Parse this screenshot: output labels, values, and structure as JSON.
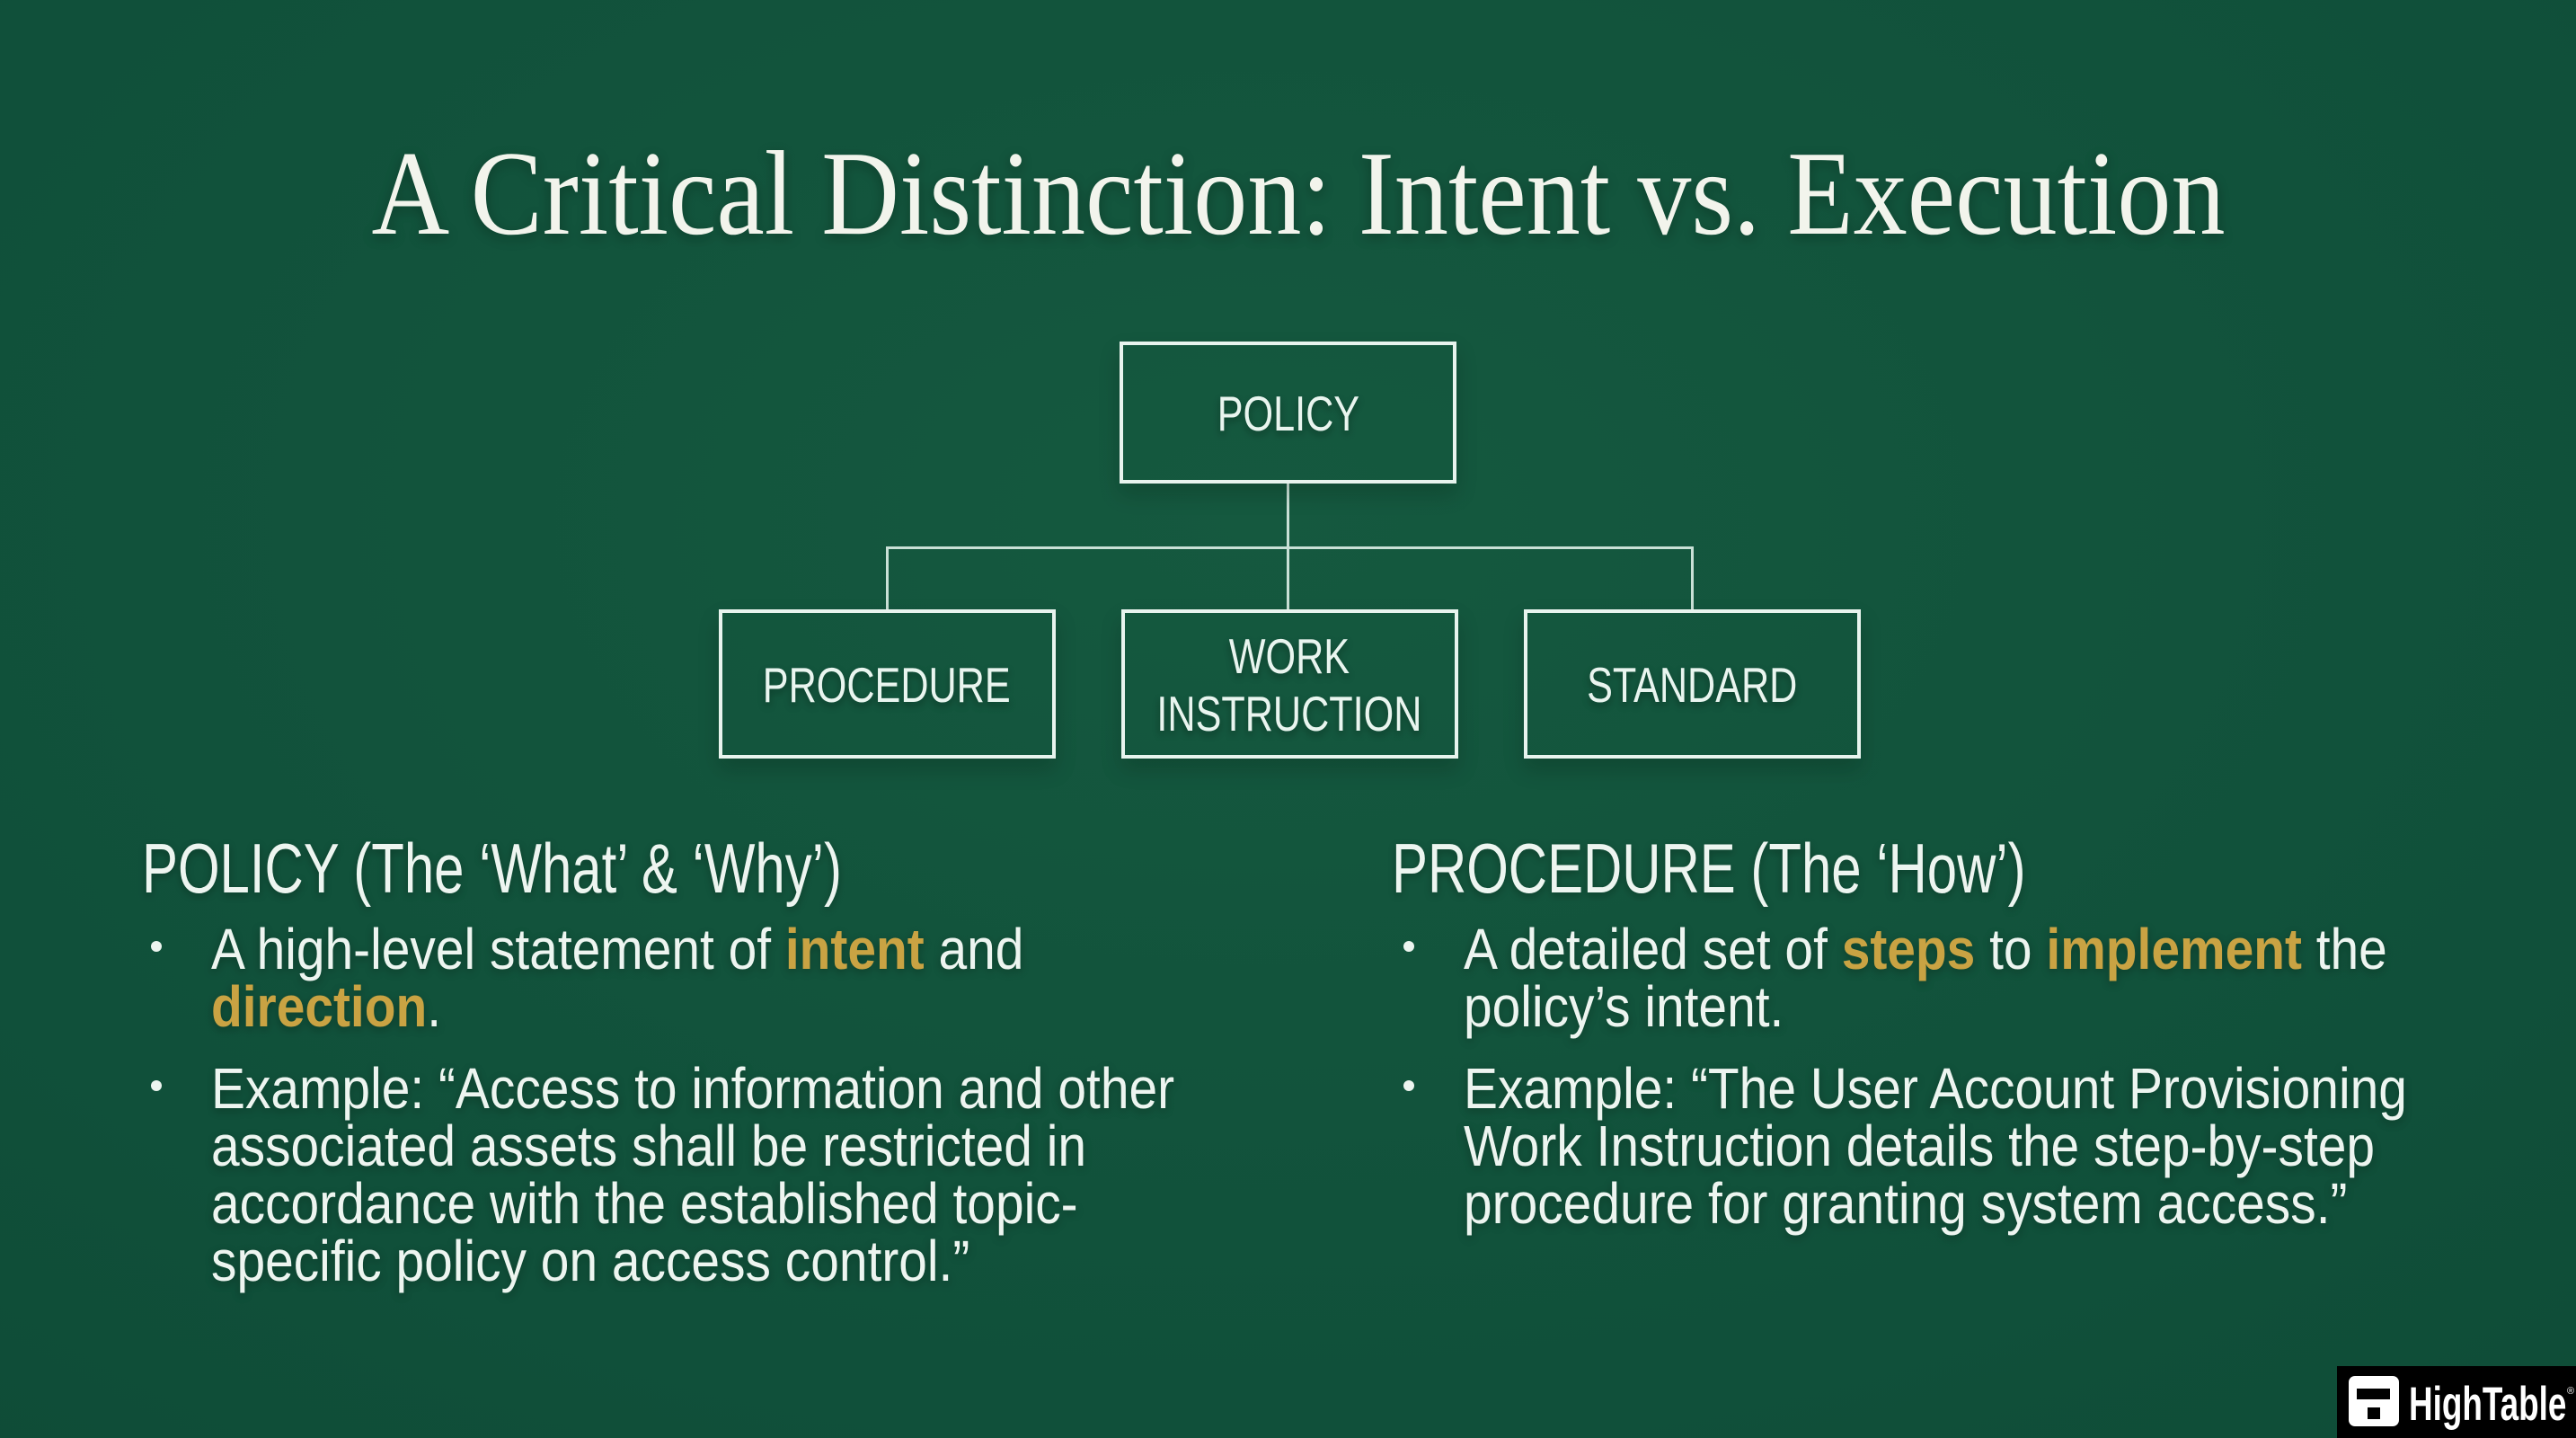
{
  "slide": {
    "title": "A Critical Distinction: Intent vs. Execution",
    "colors": {
      "background_light": "#15593F",
      "background_mid": "#10503A",
      "background_dark": "#0C4531",
      "title_text": "#F2F4EC",
      "body_text": "#EDF5F0",
      "gold_highlight": "#C9A343",
      "box_border": "#E8F4EE",
      "connector": "#C9E0D6",
      "box_text": "#E9F5EF",
      "logo_background": "#000000"
    }
  },
  "diagram": {
    "root": {
      "label": "POLICY"
    },
    "children": [
      {
        "label": "PROCEDURE"
      },
      {
        "label": "WORK\nINSTRUCTION"
      },
      {
        "label": "STANDARD"
      }
    ]
  },
  "columns": [
    {
      "side": "left",
      "heading": "POLICY (The ‘What’ & ‘Why’)",
      "bullets": [
        {
          "lines": [
            [
              {
                "t": "A high-level statement of "
              },
              {
                "t": "intent",
                "gold": true
              },
              {
                "t": " and"
              }
            ],
            [
              {
                "t": "direction",
                "gold": true
              },
              {
                "t": "."
              }
            ]
          ]
        },
        {
          "lines": [
            [
              {
                "t": "Example: “Access to information and other"
              }
            ],
            [
              {
                "t": "associated assets shall be restricted in"
              }
            ],
            [
              {
                "t": "accordance with the established topic-"
              }
            ],
            [
              {
                "t": "specific policy on access control.”"
              }
            ]
          ]
        }
      ]
    },
    {
      "side": "right",
      "heading": "PROCEDURE (The ‘How’)",
      "bullets": [
        {
          "lines": [
            [
              {
                "t": "A detailed set of "
              },
              {
                "t": "steps",
                "gold": true
              },
              {
                "t": " to "
              },
              {
                "t": "implement",
                "gold": true
              },
              {
                "t": " the"
              }
            ],
            [
              {
                "t": "policy’s intent."
              }
            ]
          ]
        },
        {
          "lines": [
            [
              {
                "t": "Example: “The User Account Provisioning"
              }
            ],
            [
              {
                "t": "Work Instruction details the step-by-step"
              }
            ],
            [
              {
                "t": "procedure for granting system access.”"
              }
            ]
          ]
        }
      ]
    }
  ],
  "logo": {
    "brand": "HighTable",
    "registered": "®"
  }
}
